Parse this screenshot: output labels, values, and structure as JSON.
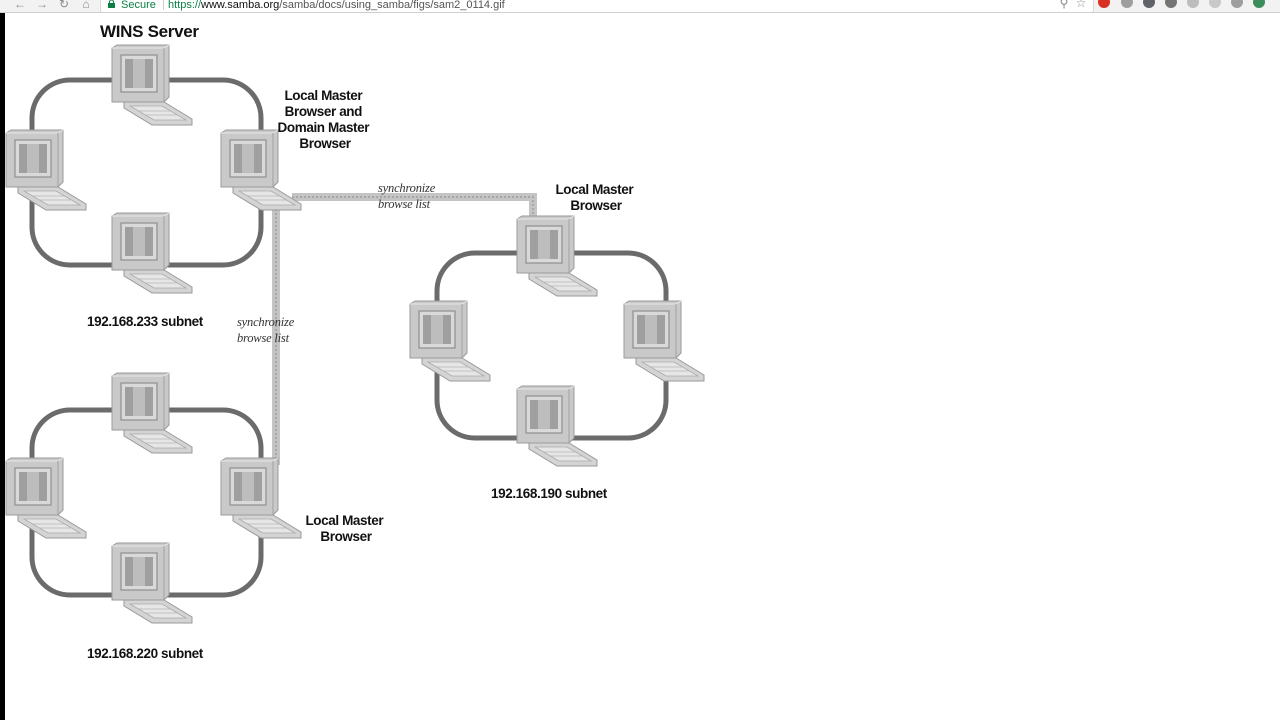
{
  "browser": {
    "security_label": "Secure",
    "url_scheme": "https://",
    "url_host": "www.samba.org",
    "url_path": "/samba/docs/using_samba/figs/sam2_0114.gif",
    "nav_icons": [
      "back-icon",
      "forward-icon",
      "reload-icon",
      "home-icon"
    ],
    "omnibox_icons": [
      "zoom-icon",
      "bookmark-star-icon"
    ],
    "extension_colors": [
      "#d93025",
      "#9e9e9e",
      "#5f6368",
      "#757575",
      "#bdbdbd",
      "#c8c8c8",
      "#9e9e9e",
      "#3c8d5c"
    ]
  },
  "diagram": {
    "wins_server_label": "WINS Server",
    "domain_master_label_lines": [
      "Local Master",
      "Browser and",
      "Domain Master",
      "Browser"
    ],
    "lmb_190_label_lines": [
      "Local Master",
      "Browser"
    ],
    "lmb_220_label_lines": [
      "Local Master",
      "Browser"
    ],
    "sync_note_top_lines": [
      "synchronize",
      "browse list"
    ],
    "sync_note_left_lines": [
      "synchronize",
      "browse list"
    ],
    "subnets": {
      "s233": "192.168.233 subnet",
      "s220": "192.168.220 subnet",
      "s190": "192.168.190 subnet"
    }
  }
}
